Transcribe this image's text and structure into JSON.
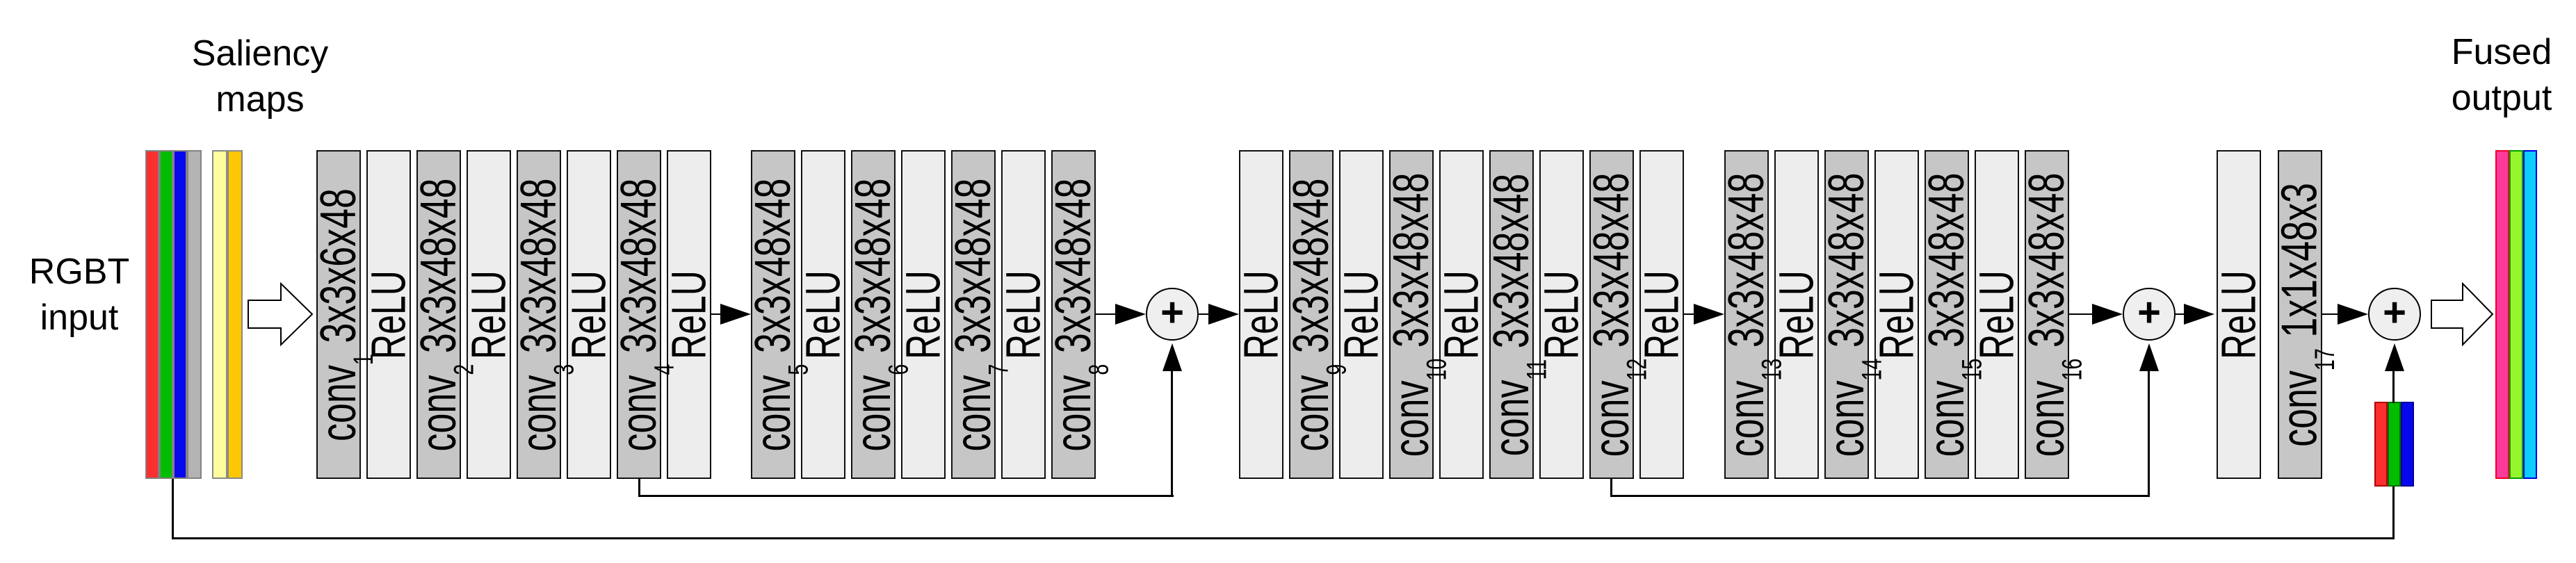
{
  "labels": {
    "saliency_maps": {
      "line1": "Saliency",
      "line2": "maps"
    },
    "rgbt_input": {
      "line1": "RGBT",
      "line2": "input"
    },
    "fused_output": {
      "line1": "Fused",
      "line2": "output"
    }
  },
  "operators": {
    "add": "+"
  },
  "colors": {
    "red": "#fb2f2f",
    "green": "#00bd00",
    "blue": "#0707ee",
    "thermal_gray": "#b3b3b3",
    "saliency_yellow": "#fdfd9d",
    "saliency_gold": "#fec703",
    "out_pink": "#fb3a9b",
    "out_green": "#97f52d",
    "out_cyan": "#0dcdfc",
    "out_pink_border": "#f00028",
    "out_green_border": "#00a000",
    "out_cyan_border": "#0000e0",
    "conv_fill": "#c6c6c6",
    "relu_fill": "#ededed",
    "circle_fill": "#efefef",
    "line": "#000000"
  },
  "network": {
    "groups": {
      "g1": [
        {
          "name": "conv",
          "sub": "1",
          "dims": "3x3x6x48"
        },
        {
          "label": "ReLU"
        },
        {
          "name": "conv",
          "sub": "2",
          "dims": "3x3x48x48"
        },
        {
          "label": "ReLU"
        },
        {
          "name": "conv",
          "sub": "3",
          "dims": "3x3x48x48"
        },
        {
          "label": "ReLU"
        },
        {
          "name": "conv",
          "sub": "4",
          "dims": "3x3x48x48"
        },
        {
          "label": "ReLU"
        }
      ],
      "g2": [
        {
          "name": "conv",
          "sub": "5",
          "dims": "3x3x48x48"
        },
        {
          "label": "ReLU"
        },
        {
          "name": "conv",
          "sub": "6",
          "dims": "3x3x48x48"
        },
        {
          "label": "ReLU"
        },
        {
          "name": "conv",
          "sub": "7",
          "dims": "3x3x48x48"
        },
        {
          "label": "ReLU"
        },
        {
          "name": "conv",
          "sub": "8",
          "dims": "3x3x48x48"
        }
      ],
      "g3": [
        {
          "label": "ReLU"
        },
        {
          "name": "conv",
          "sub": "9",
          "dims": "3x3x48x48"
        },
        {
          "label": "ReLU"
        },
        {
          "name": "conv",
          "sub": "10",
          "dims": "3x3x48x48"
        },
        {
          "label": "ReLU"
        },
        {
          "name": "conv",
          "sub": "11",
          "dims": "3x3x48x48"
        },
        {
          "label": "ReLU"
        },
        {
          "name": "conv",
          "sub": "12",
          "dims": "3x3x48x48"
        },
        {
          "label": "ReLU"
        }
      ],
      "g4": [
        {
          "name": "conv",
          "sub": "13",
          "dims": "3x3x48x48"
        },
        {
          "label": "ReLU"
        },
        {
          "name": "conv",
          "sub": "14",
          "dims": "3x3x48x48"
        },
        {
          "label": "ReLU"
        },
        {
          "name": "conv",
          "sub": "15",
          "dims": "3x3x48x48"
        },
        {
          "label": "ReLU"
        },
        {
          "name": "conv",
          "sub": "16",
          "dims": "3x3x48x48"
        }
      ],
      "g5": [
        {
          "label": "ReLU"
        },
        {
          "name": "conv",
          "sub": "17",
          "dims": "1x1x48x3"
        }
      ]
    }
  }
}
